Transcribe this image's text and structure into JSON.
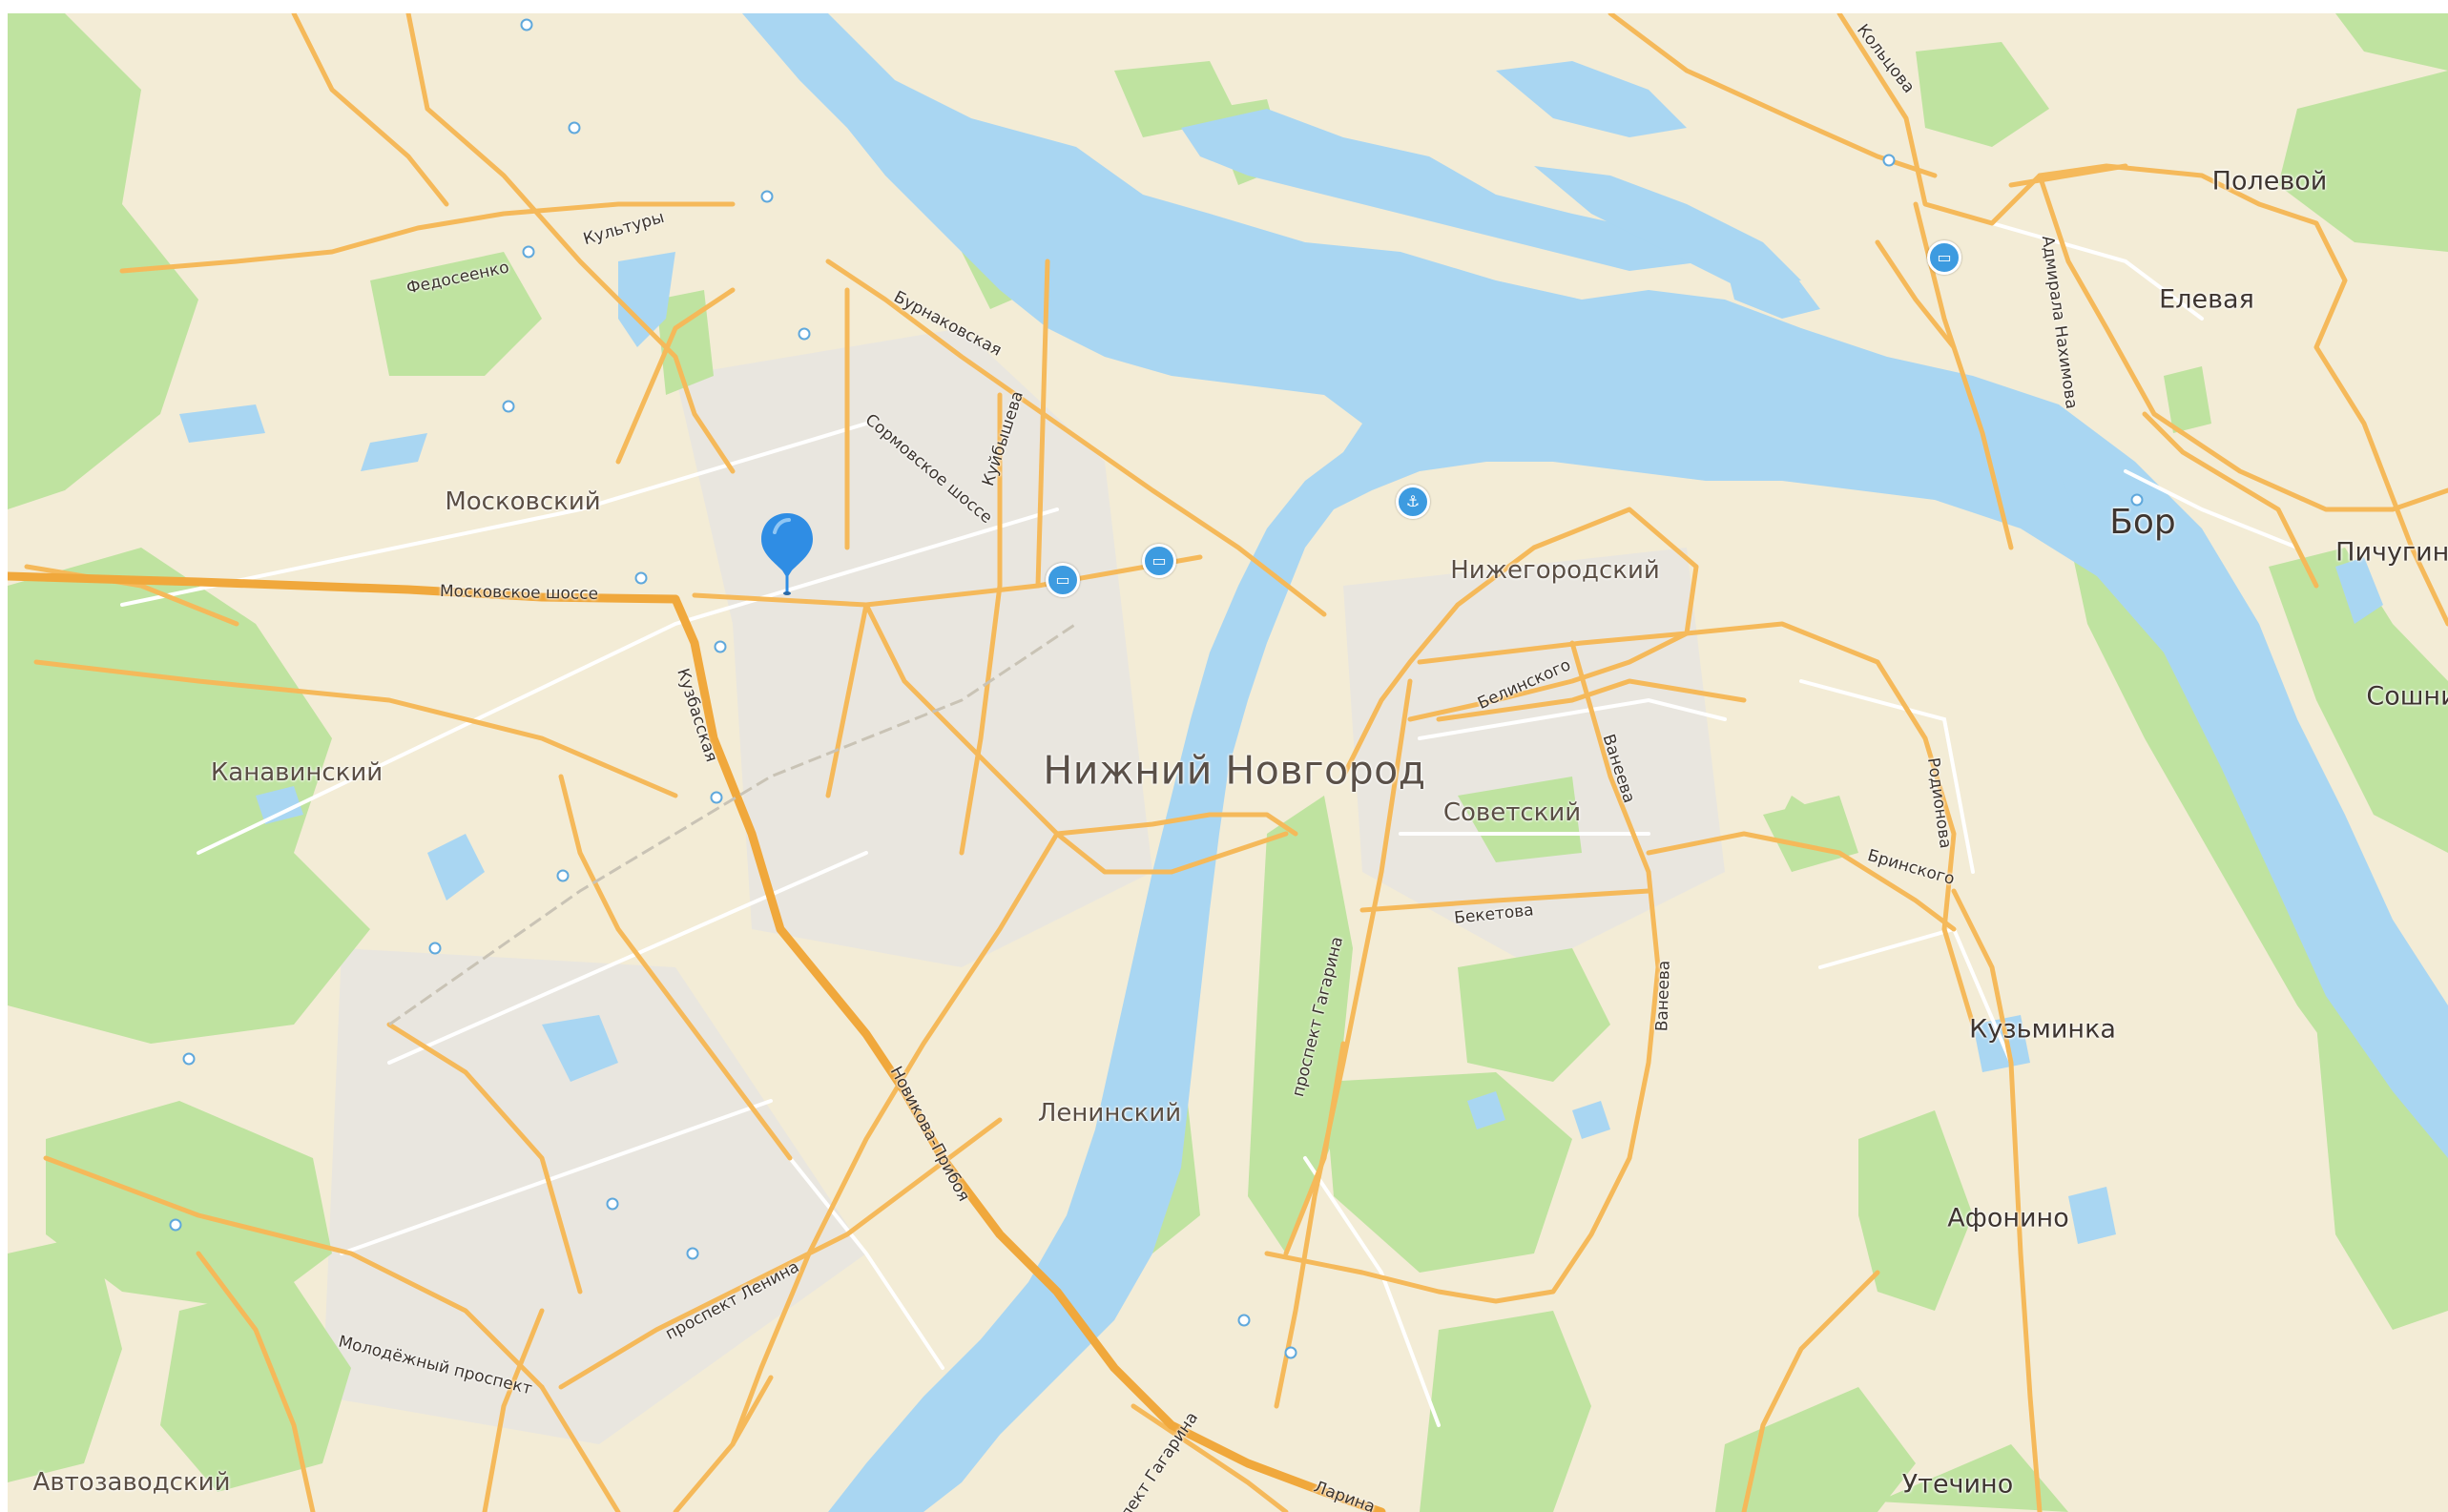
{
  "colors": {
    "land": "#f3ecd6",
    "forest": "#bfe3a0",
    "water": "#a9d6f2",
    "major_road": "#f0a83c",
    "road": "#f5b95a",
    "minor_road": "#ffffff",
    "marker": "#2f8de4"
  },
  "marker": {
    "icon": "location-pin-icon"
  },
  "labels": {
    "city": "Нижний Новгород",
    "bor": "Бор",
    "districts": {
      "moskovsky": "Московский",
      "kanavinsky": "Канавинский",
      "nizhegorodsky": "Нижегородский",
      "sovetsky": "Советский",
      "leninsky": "Ленинский",
      "avtozavodsky": "Автозаводский"
    },
    "villages": {
      "polevoy": "Полевой",
      "elevaya": "Елевая",
      "pichugino": "Пичугино",
      "soshni": "Сошни",
      "kuzminka": "Кузьминка",
      "afonino": "Афонино",
      "utechino": "Утечино"
    },
    "streets": {
      "moskovskoe": "Московское шоссе",
      "kultury": "Культуры",
      "fedoseenko": "Федосеенко",
      "burnakovskaya": "Бурнаковская",
      "sormovskoe": "Сормовское шоссе",
      "kuybysheva": "Куйбышева",
      "kuzbasskaya": "Кузбасская",
      "belinskogo": "Белинского",
      "vaneeva1": "Ванеева",
      "vaneeva2": "Ванеева",
      "rodionova": "Родионова",
      "brinskogo": "Бринского",
      "beketova": "Бекетова",
      "gagarina": "проспект Гагарина",
      "gagarina2": "проспект Гагарина",
      "novikova": "Новикова-Прибоя",
      "lenina": "проспект Ленина",
      "molodezhny": "Молодёжный проспект",
      "larina": "Ларина",
      "koltsova": "Кольцова",
      "nakhimova": "Адмирала Нахимова"
    }
  },
  "pois": {
    "port": "anchor-icon",
    "bus1": "bus-icon",
    "bus2": "bus-icon",
    "bus3": "bus-icon"
  }
}
